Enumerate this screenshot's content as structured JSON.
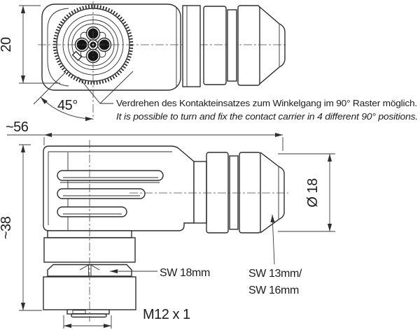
{
  "title": "M12 right-angle connector technical drawing",
  "labels": {
    "ring_diameter": "20",
    "angle": "45°",
    "total_length": "~56",
    "total_height": "~38",
    "gland_diameter": "Ø 18",
    "body_wrench": "SW 18mm",
    "gland_wrench_line1": "SW 13mm/",
    "gland_wrench_line2": "SW 16mm",
    "thread": "M12 x 1"
  },
  "annotation": {
    "de": "Verdrehen des Kontakteinsatzes zum Winkelgang im 90° Raster möglich.",
    "en": "It is possible to turn and fix the contact carrier in 4 different 90° positions."
  },
  "colors": {
    "line": "#2e2e2e",
    "text": "#1c1c1c",
    "pin_fill": "#161616",
    "background": "#ffffff"
  }
}
